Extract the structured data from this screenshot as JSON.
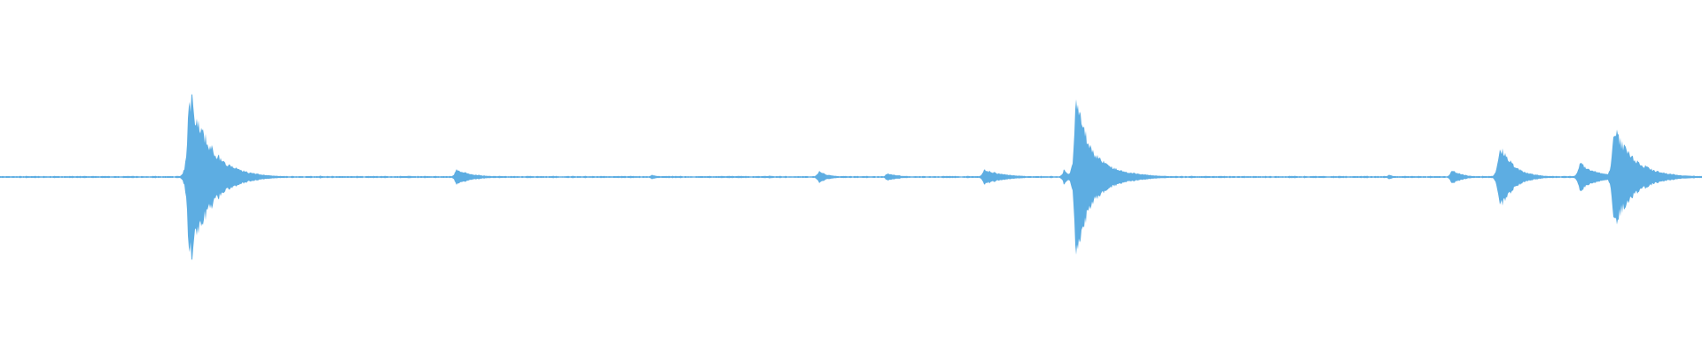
{
  "waveform": {
    "color": "#5dade2",
    "background": "#ffffff",
    "peaks": [
      {
        "t": 0.0,
        "amp": 0.006
      },
      {
        "t": 0.02,
        "amp": 0.008
      },
      {
        "t": 0.06,
        "amp": 0.01
      },
      {
        "t": 0.09,
        "amp": 0.008
      },
      {
        "t": 0.111,
        "amp": 0.7,
        "decay": 0.012,
        "asym": 0.92
      },
      {
        "t": 0.118,
        "amp": 0.11,
        "decay": 0.008
      },
      {
        "t": 0.188,
        "amp": 0.012
      },
      {
        "t": 0.24,
        "amp": 0.01
      },
      {
        "t": 0.268,
        "amp": 0.06,
        "decay": 0.01
      },
      {
        "t": 0.31,
        "amp": 0.01
      },
      {
        "t": 0.383,
        "amp": 0.018
      },
      {
        "t": 0.452,
        "amp": 0.012
      },
      {
        "t": 0.481,
        "amp": 0.045,
        "decay": 0.006
      },
      {
        "t": 0.521,
        "amp": 0.03,
        "decay": 0.008
      },
      {
        "t": 0.556,
        "amp": 0.01
      },
      {
        "t": 0.578,
        "amp": 0.06,
        "decay": 0.012
      },
      {
        "t": 0.625,
        "amp": 0.06,
        "decay": 0.004
      },
      {
        "t": 0.632,
        "amp": 0.6,
        "decay": 0.01,
        "asym": 0.95
      },
      {
        "t": 0.64,
        "amp": 0.2,
        "decay": 0.014
      },
      {
        "t": 0.7,
        "amp": 0.01
      },
      {
        "t": 0.816,
        "amp": 0.018
      },
      {
        "t": 0.853,
        "amp": 0.06,
        "decay": 0.006
      },
      {
        "t": 0.881,
        "amp": 0.27,
        "decay": 0.008
      },
      {
        "t": 0.928,
        "amp": 0.12,
        "decay": 0.01
      },
      {
        "t": 0.948,
        "amp": 0.4,
        "decay": 0.012,
        "asym": 0.85
      },
      {
        "t": 0.96,
        "amp": 0.12,
        "decay": 0.01
      },
      {
        "t": 0.995,
        "amp": 0.012
      }
    ]
  }
}
